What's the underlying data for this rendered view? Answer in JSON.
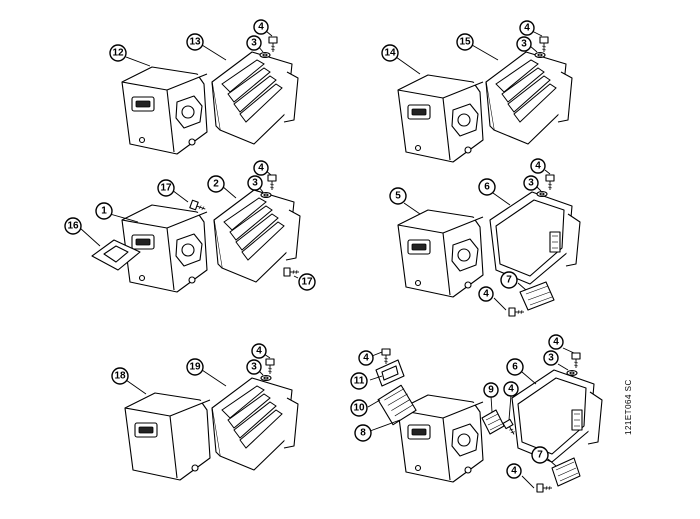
{
  "diagram": {
    "code_label": "121ET064 SC",
    "callouts": {
      "c1": "1",
      "c2": "2",
      "c3a": "3",
      "c3b": "3",
      "c3c": "3",
      "c3d": "3",
      "c3e": "3",
      "c3f": "3",
      "c4a": "4",
      "c4b": "4",
      "c4c": "4",
      "c4d": "4",
      "c4e": "4",
      "c4f": "4",
      "c4g": "4",
      "c4h": "4",
      "c4i": "4",
      "c4j": "4",
      "c5": "5",
      "c6a": "6",
      "c6b": "6",
      "c7a": "7",
      "c7b": "7",
      "c8": "8",
      "c9": "9",
      "c10": "10",
      "c11": "11",
      "c12": "12",
      "c13": "13",
      "c14": "14",
      "c15": "15",
      "c16": "16",
      "c17a": "17",
      "c17b": "17",
      "c18": "18",
      "c19": "19"
    }
  }
}
